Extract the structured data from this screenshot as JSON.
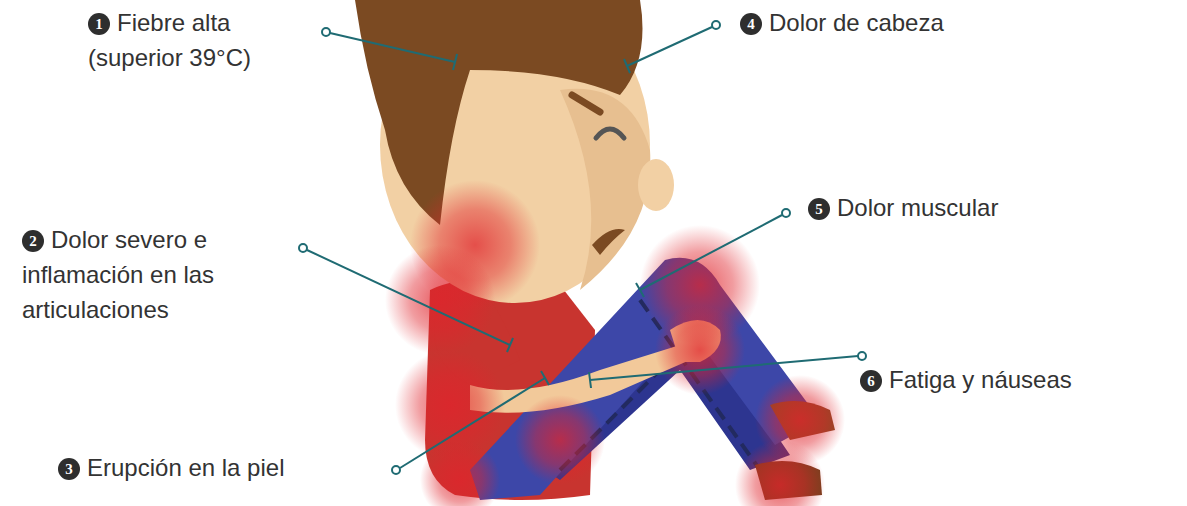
{
  "diagram": {
    "labels": [
      "1",
      "Fiebre alta (superior 39°C)",
      "4",
      "Dolor de cabeza",
      "2",
      "Dolor severo e inflamación en las articulaciones",
      "5",
      "Dolor muscular",
      "6",
      "Fatiga y náuseas",
      "3",
      "Erupción en la piel"
    ]
  }
}
